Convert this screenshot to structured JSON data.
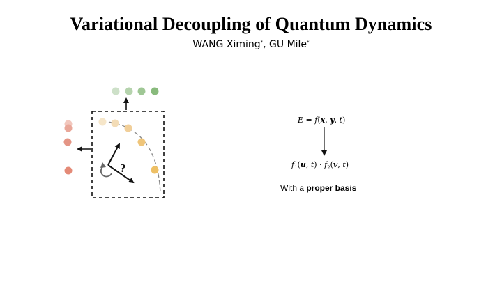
{
  "slide": {
    "title": "Variational Decoupling of Quantum Dynamics",
    "authors": {
      "name1": "WANG Ximing",
      "sep": ", ",
      "name2": "GU Mile",
      "mark": "*"
    }
  },
  "figure": {
    "question_mark": "?",
    "colors": {
      "green_dots": [
        "#cde0c8",
        "#b5d3ad",
        "#9fc795",
        "#88ba7c"
      ],
      "red_dots": [
        "#f2c7bd",
        "#e9a799",
        "#e49585",
        "#e48a77"
      ],
      "orange_dots": [
        "#f6e6c9",
        "#f3dcb6",
        "#f1cf99",
        "#efc57a",
        "#eec065"
      ],
      "frame": "#111111",
      "arc": "#888888"
    }
  },
  "equations": {
    "top": {
      "lhs": "E",
      "eq": " = ",
      "f": "f",
      "open": "(",
      "x": "x",
      "c1": ", ",
      "y": "y",
      "c2": ", ",
      "t": "t",
      "close": ")"
    },
    "bottom": {
      "f1": "f",
      "s1": "1",
      "u": "u",
      "c1": ", ",
      "t1": "t",
      "dot": " · ",
      "f2": "f",
      "s2": "2",
      "v": "v",
      "c2": ", ",
      "t2": "t"
    }
  },
  "caption": {
    "prefix": "With a ",
    "bold": "proper basis"
  }
}
